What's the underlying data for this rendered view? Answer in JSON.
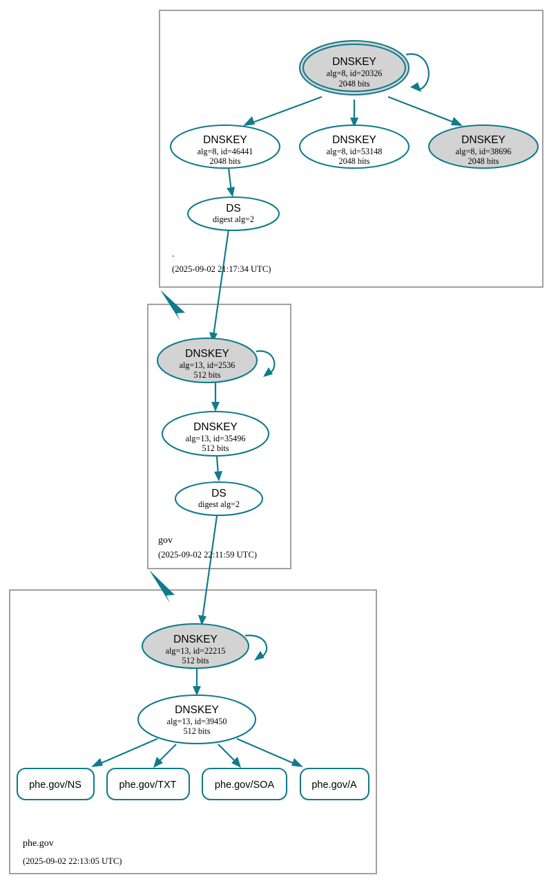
{
  "diagram": {
    "kind": "dnssec-authentication-chain",
    "colors": {
      "edge": "#107b8c",
      "node_stroke": "#107b8c",
      "secure_key_fill": "#d3d3d3",
      "plain_fill": "#ffffff",
      "zone_border": "#a0a0a0",
      "text": "#000000"
    }
  },
  "zones": [
    {
      "id": "root",
      "name": ".",
      "timestamp": "(2025-09-02 21:17:34 UTC)",
      "nodes": [
        {
          "id": "root-ksk",
          "type": "DNSKEY",
          "title": "DNSKEY",
          "params": "alg=8, id=20326",
          "size": "2048 bits",
          "alg": 8,
          "key_id": 20326,
          "bits": 2048,
          "shape": "doubleellipse",
          "filled": true,
          "self_signed": true
        },
        {
          "id": "root-zsk-46441",
          "type": "DNSKEY",
          "title": "DNSKEY",
          "params": "alg=8, id=46441",
          "size": "2048 bits",
          "alg": 8,
          "key_id": 46441,
          "bits": 2048,
          "shape": "ellipse",
          "filled": false,
          "self_signed": false
        },
        {
          "id": "root-zsk-53148",
          "type": "DNSKEY",
          "title": "DNSKEY",
          "params": "alg=8, id=53148",
          "size": "2048 bits",
          "alg": 8,
          "key_id": 53148,
          "bits": 2048,
          "shape": "ellipse",
          "filled": false,
          "self_signed": false
        },
        {
          "id": "root-zsk-38696",
          "type": "DNSKEY",
          "title": "DNSKEY",
          "params": "alg=8, id=38696",
          "size": "2048 bits",
          "alg": 8,
          "key_id": 38696,
          "bits": 2048,
          "shape": "ellipse",
          "filled": true,
          "self_signed": false
        },
        {
          "id": "root-ds-gov",
          "type": "DS",
          "title": "DS",
          "params": "digest alg=2",
          "size": "",
          "shape": "ellipse",
          "filled": false,
          "self_signed": false
        }
      ]
    },
    {
      "id": "gov",
      "name": "gov",
      "timestamp": "(2025-09-02 22:11:59 UTC)",
      "nodes": [
        {
          "id": "gov-ksk",
          "type": "DNSKEY",
          "title": "DNSKEY",
          "params": "alg=13, id=2536",
          "size": "512 bits",
          "alg": 13,
          "key_id": 2536,
          "bits": 512,
          "shape": "ellipse",
          "filled": true,
          "self_signed": true
        },
        {
          "id": "gov-zsk",
          "type": "DNSKEY",
          "title": "DNSKEY",
          "params": "alg=13, id=35496",
          "size": "512 bits",
          "alg": 13,
          "key_id": 35496,
          "bits": 512,
          "shape": "ellipse",
          "filled": false,
          "self_signed": false
        },
        {
          "id": "gov-ds-phe",
          "type": "DS",
          "title": "DS",
          "params": "digest alg=2",
          "size": "",
          "shape": "ellipse",
          "filled": false,
          "self_signed": false
        }
      ]
    },
    {
      "id": "phe-gov",
      "name": "phe.gov",
      "timestamp": "(2025-09-02 22:13:05 UTC)",
      "nodes": [
        {
          "id": "phe-ksk",
          "type": "DNSKEY",
          "title": "DNSKEY",
          "params": "alg=13, id=22215",
          "size": "512 bits",
          "alg": 13,
          "key_id": 22215,
          "bits": 512,
          "shape": "ellipse",
          "filled": true,
          "self_signed": true
        },
        {
          "id": "phe-zsk",
          "type": "DNSKEY",
          "title": "DNSKEY",
          "params": "alg=13, id=39450",
          "size": "512 bits",
          "alg": 13,
          "key_id": 39450,
          "bits": 512,
          "shape": "ellipse",
          "filled": false,
          "self_signed": false
        }
      ],
      "rrsets": [
        {
          "id": "rrset-ns",
          "label": "phe.gov/NS"
        },
        {
          "id": "rrset-txt",
          "label": "phe.gov/TXT"
        },
        {
          "id": "rrset-soa",
          "label": "phe.gov/SOA"
        },
        {
          "id": "rrset-a",
          "label": "phe.gov/A"
        }
      ]
    }
  ]
}
